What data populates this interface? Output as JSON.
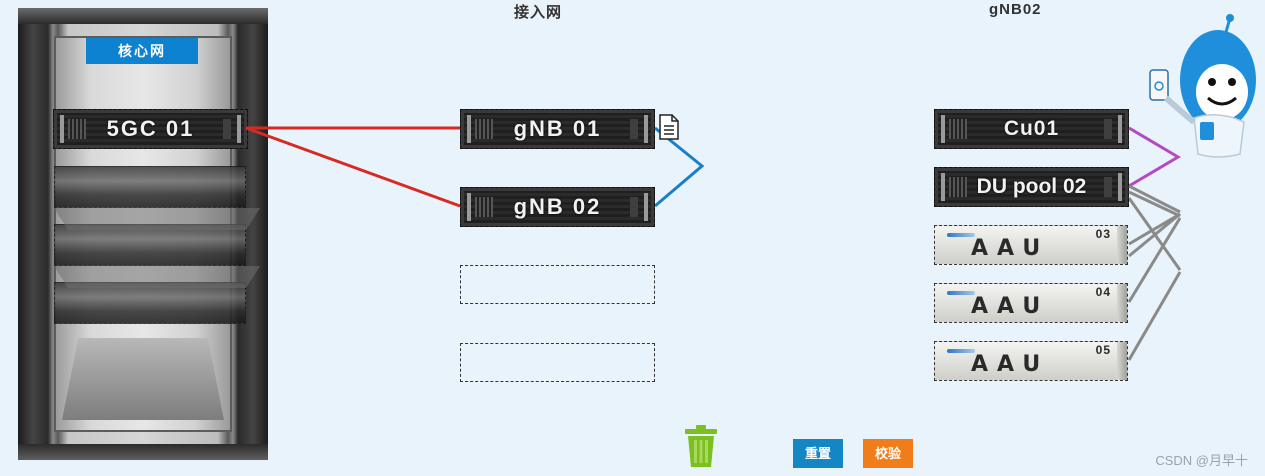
{
  "core_network": {
    "rack_label": "核心网",
    "unit_label": "5GC 01"
  },
  "access_network": {
    "title": "接入网",
    "units": [
      {
        "label": "gNB 01"
      },
      {
        "label": "gNB 02"
      }
    ],
    "empty_slots": 2
  },
  "gnb_detail": {
    "title": "gNB02",
    "units": [
      {
        "label": "Cu01"
      },
      {
        "label": "DU pool 02"
      }
    ],
    "aau_units": [
      {
        "label": "AAU",
        "number": "03"
      },
      {
        "label": "AAU",
        "number": "04"
      },
      {
        "label": "AAU",
        "number": "05"
      }
    ]
  },
  "connections": {
    "core_to_gnb": "#d62a23",
    "gnb_to_gnb": "#1a7fc8",
    "cu_to_du": "#b548c6",
    "du_to_aau": "#8a8a8a"
  },
  "toolbar": {
    "trash_icon": "trash-icon",
    "reset_label": "重置",
    "reset_color": "#1586c4",
    "verify_label": "校验",
    "verify_color": "#f07d1a"
  },
  "watermark": "CSDN @月早十"
}
